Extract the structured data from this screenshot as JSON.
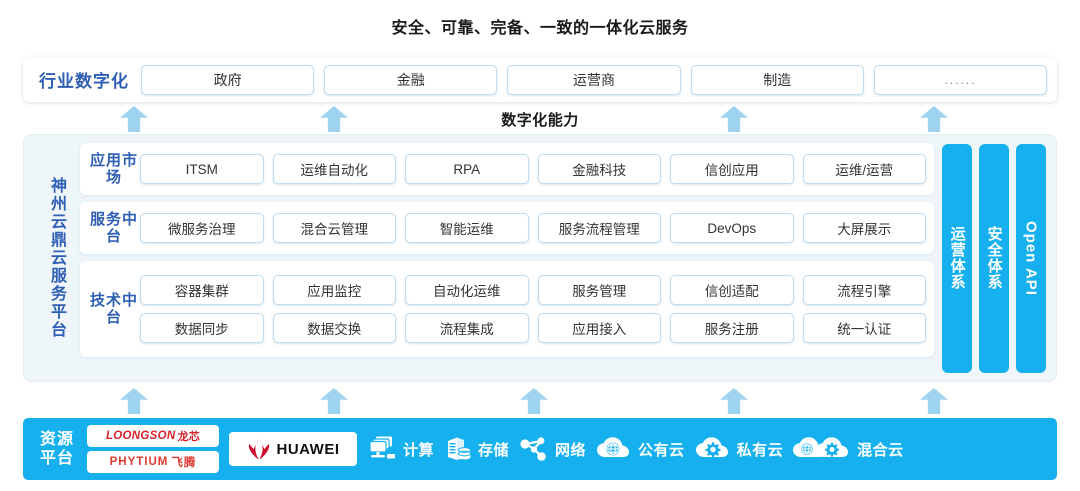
{
  "title": "安全、可靠、完备、一致的一体化云服务",
  "industry": {
    "label": "行业数字化",
    "items": [
      {
        "label": "政府"
      },
      {
        "label": "金融"
      },
      {
        "label": "运营商"
      },
      {
        "label": "制造"
      },
      {
        "label": "......"
      }
    ]
  },
  "capability": {
    "label": "数字化能力"
  },
  "platform": {
    "label": "神州云鼎云服务平台",
    "tiers": [
      {
        "label": "应用市场",
        "rows": [
          [
            "ITSM",
            "运维自动化",
            "RPA",
            "金融科技",
            "信创应用",
            "运维/运营"
          ]
        ]
      },
      {
        "label": "服务中台",
        "rows": [
          [
            "微服务治理",
            "混合云管理",
            "智能运维",
            "服务流程管理",
            "DevOps",
            "大屏展示"
          ]
        ]
      },
      {
        "label": "技术中台",
        "rows": [
          [
            "容器集群",
            "应用监控",
            "自动化运维",
            "服务管理",
            "信创适配",
            "流程引擎"
          ],
          [
            "数据同步",
            "数据交换",
            "流程集成",
            "应用接入",
            "服务注册",
            "统一认证"
          ]
        ]
      }
    ],
    "vertical_bars": [
      {
        "label": "运营体系",
        "orientation": "cn"
      },
      {
        "label": "安全体系",
        "orientation": "cn"
      },
      {
        "label": "Open API",
        "orientation": "en"
      }
    ]
  },
  "resource": {
    "label_line1": "资源",
    "label_line2": "平台",
    "vendors": [
      {
        "name_en": "LOONGSON",
        "name_cn": "龙芯"
      },
      {
        "name_en": "PHYTIUM",
        "name_cn": "飞腾"
      }
    ],
    "huawei": {
      "label": "HUAWEI"
    },
    "items": [
      {
        "label": "计算",
        "icon": "compute-icon"
      },
      {
        "label": "存储",
        "icon": "storage-icon"
      },
      {
        "label": "网络",
        "icon": "network-icon"
      },
      {
        "label": "公有云",
        "icon": "public-cloud-icon"
      },
      {
        "label": "私有云",
        "icon": "private-cloud-icon"
      },
      {
        "label": "混合云",
        "icon": "hybrid-cloud-icon"
      }
    ]
  },
  "arrows": {
    "top_row_x": [
      120,
      320,
      720,
      920
    ],
    "bottom_row_x": [
      120,
      320,
      520,
      720,
      920
    ]
  },
  "colors": {
    "accent_blue": "#16b0ef",
    "label_blue": "#2f5fb4",
    "arrow_blue": "#9fd4f0",
    "panel_bg": "#eff6fa",
    "chip_border": "#bcdcf2",
    "loongson_red": "#d8232a",
    "phytium_red": "#e0392f",
    "huawei_red": "#cf0a2c"
  }
}
